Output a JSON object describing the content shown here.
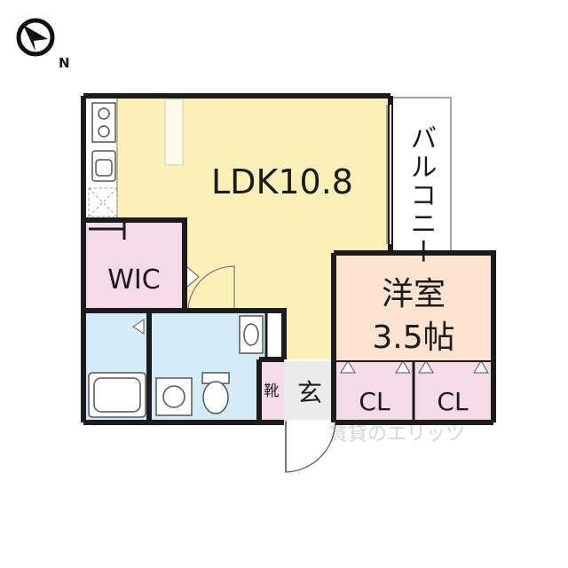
{
  "compass": {
    "north_label": "N"
  },
  "rooms": {
    "ldk": "LDK10.8",
    "balcony": "バルコニー",
    "western_room_line1": "洋室",
    "western_room_line2": "3.5帖",
    "wic": "WIC",
    "shoe_box": "靴",
    "entrance": "玄",
    "closet_left": "CL",
    "closet_right": "CL"
  },
  "watermark": "賃貸のエリッツ",
  "colors": {
    "ldk": "#fbf0b8",
    "bedroom": "#fde3d0",
    "storage": "#f5dbe8",
    "wet_area": "#d4ecf8",
    "entrance": "#ececec",
    "wall": "#1c1c1c"
  }
}
